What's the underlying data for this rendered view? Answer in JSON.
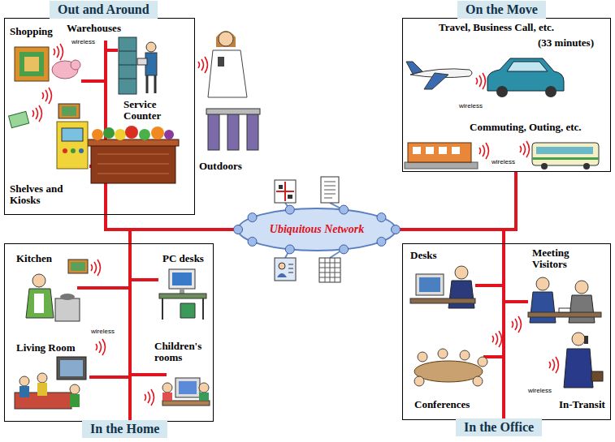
{
  "diagram": {
    "nodes": [
      {
        "text": [
          "Out and Around"
        ]
      },
      {
        "text": [
          "On the Move"
        ]
      },
      {
        "text": [
          "Ubiquitous Network"
        ]
      },
      {
        "text": [
          "In the Home"
        ]
      },
      {
        "text": [
          "In the Office"
        ]
      }
    ],
    "edges": [
      {
        "from": 2,
        "to": 0,
        "arrow": "none"
      },
      {
        "from": 2,
        "to": 1,
        "arrow": "none"
      },
      {
        "from": 2,
        "to": 3,
        "arrow": "none"
      },
      {
        "from": 2,
        "to": 4,
        "arrow": "none"
      }
    ],
    "labels": [
      "Shopping",
      "Warehouses",
      "wireless",
      "Service Counter",
      "Shelves and Kiosks",
      "Outdoors",
      "Travel, Business Call, etc.",
      "(33 minutes)",
      "wireless",
      "Commuting, Outing, etc.",
      "wireless",
      "Kitchen",
      "PC desks",
      "wireless",
      "Living Room",
      "Children's rooms",
      "Desks",
      "Meeting Visitors",
      "Conferences",
      "wireless",
      "In-Transit"
    ]
  }
}
